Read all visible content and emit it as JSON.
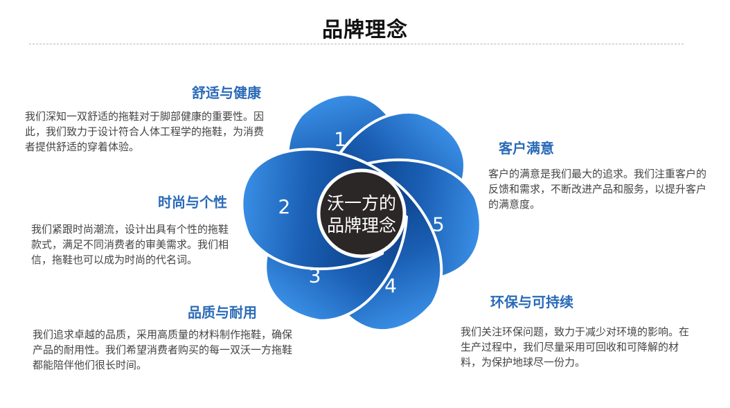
{
  "title": "品牌理念",
  "center": {
    "line1": "沃一方的",
    "line2": "品牌理念"
  },
  "petals": [
    {
      "label": "1",
      "angle": -106,
      "has_label": true
    },
    {
      "label": "",
      "angle": -45,
      "has_label": false
    },
    {
      "label": "5",
      "angle": 8,
      "has_label": true
    },
    {
      "label": "4",
      "angle": 68,
      "has_label": true
    },
    {
      "label": "3",
      "angle": 127,
      "has_label": true
    },
    {
      "label": "2",
      "angle": 185,
      "has_label": true
    }
  ],
  "sections": [
    {
      "heading": "舒适与健康",
      "text": "我们深知一双舒适的拖鞋对于脚部健康的重要性。因此，我们致力于设计符合人体工程学的拖鞋，为消费者提供舒适的穿着体验。"
    },
    {
      "heading": "时尚与个性",
      "text": "我们紧跟时尚潮流，设计出具有个性的拖鞋款式，满足不同消费者的审美需求。我们相信，拖鞋也可以成为时尚的代名词。"
    },
    {
      "heading": "品质与耐用",
      "text": "我们追求卓越的品质，采用高质量的材料制作拖鞋，确保产品的耐用性。我们希望消费者购买的每一双沃一方拖鞋都能陪伴他们很长时间。"
    },
    {
      "heading": "客户满意",
      "text": "客户的满意是我们最大的追求。我们注重客户的反馈和需求，不断改进产品和服务，以提升客户的满意度。"
    },
    {
      "heading": "环保与可持续",
      "text": "我们关注环保问题，致力于减少对环境的影响。在生产过程中，我们尽量采用可回收和可降解的材料，为保护地球尽一份力。"
    }
  ],
  "colors": {
    "heading": "#2a6ab8",
    "petal_dark": "#0b3f86",
    "petal_light": "#2f86e0",
    "center": "#2b2726"
  }
}
